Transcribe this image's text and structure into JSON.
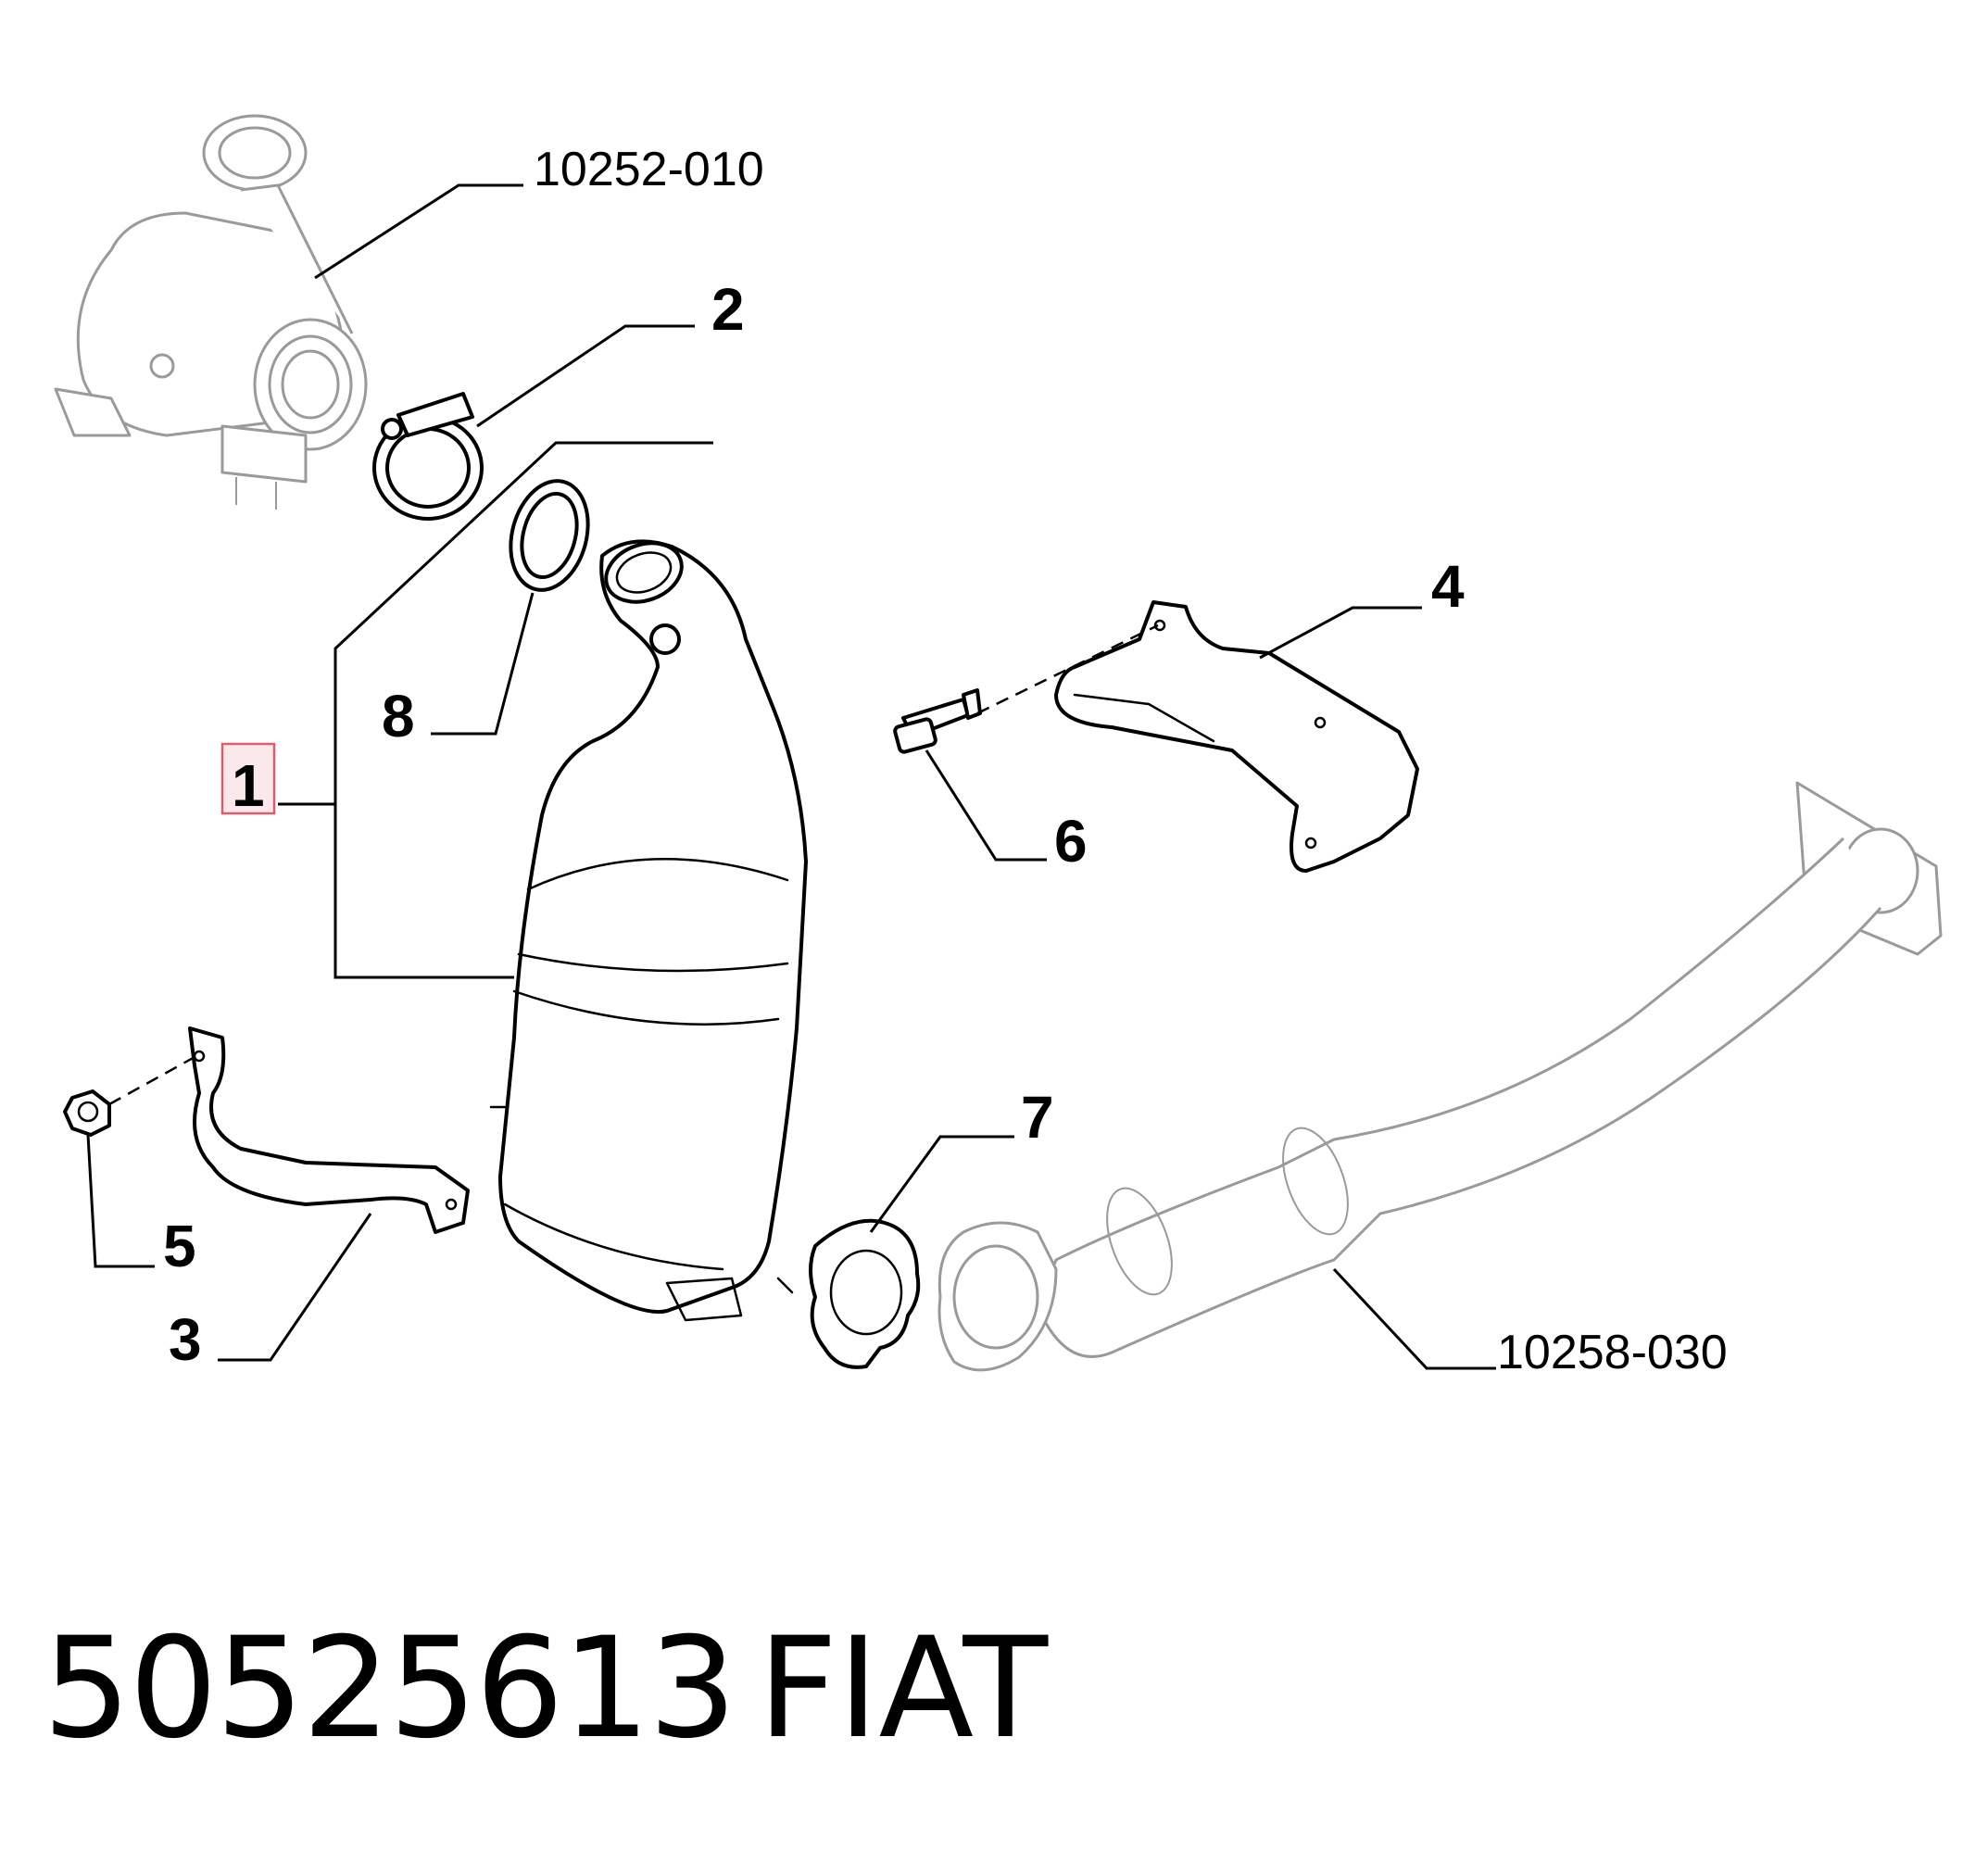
{
  "diagram": {
    "labels": {
      "turbo_ref": "10252-010",
      "pipe_ref": "10258-030",
      "item_1": "1",
      "item_2": "2",
      "item_3": "3",
      "item_4": "4",
      "item_5": "5",
      "item_6": "6",
      "item_7": "7",
      "item_8": "8"
    },
    "highlighted_item": "1",
    "highlight_color": "#e05b6b"
  },
  "footer": {
    "part_number": "50525613",
    "brand": "FIAT"
  }
}
